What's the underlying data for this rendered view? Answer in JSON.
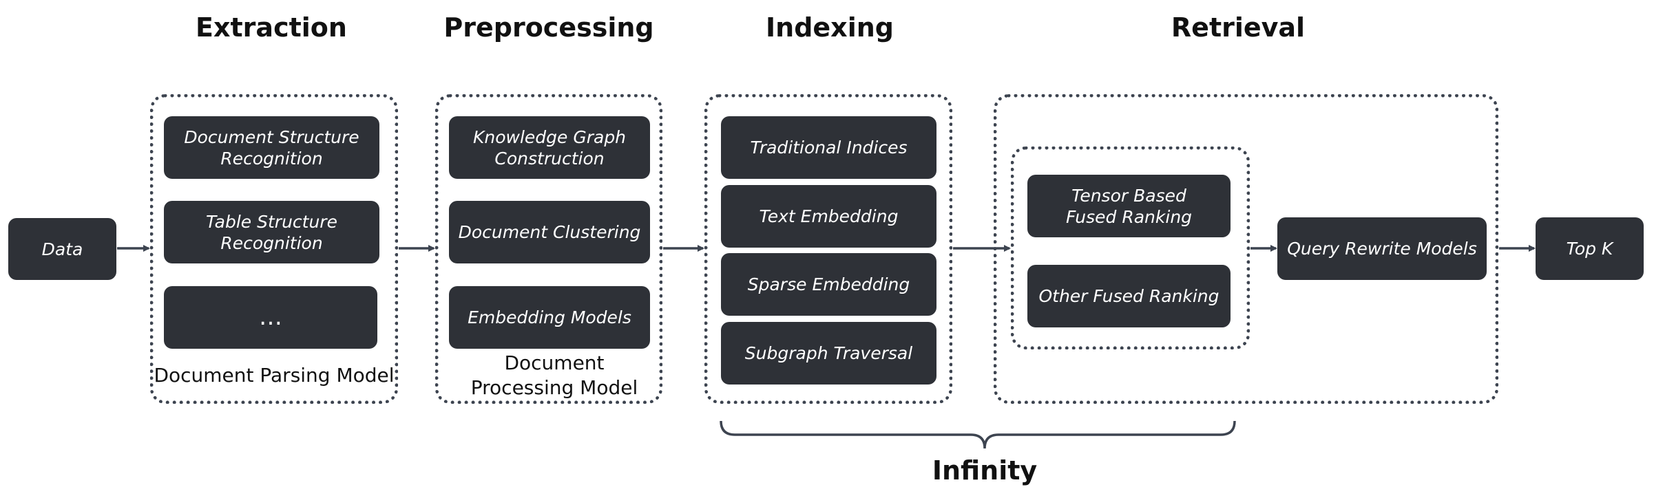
{
  "stages": {
    "extraction": "Extraction",
    "preprocessing": "Preprocessing",
    "indexing": "Indexing",
    "retrieval": "Retrieval"
  },
  "nodes": {
    "data": "Data",
    "doc_structure": "Document Structure\nRecognition",
    "table_structure": "Table Structure\nRecognition",
    "ellipsis": "…",
    "knowledge_graph": "Knowledge Graph\nConstruction",
    "doc_clustering": "Document Clustering",
    "embedding_models": "Embedding Models",
    "traditional_indices": "Traditional Indices",
    "text_embedding": "Text Embedding",
    "sparse_embedding": "Sparse Embedding",
    "subgraph_traversal": "Subgraph Traversal",
    "tensor_fused": "Tensor Based\nFused Ranking",
    "other_fused": "Other Fused Ranking",
    "query_rewrite": "Query Rewrite Models",
    "top_k": "Top K"
  },
  "captions": {
    "parsing": "Document Parsing Model",
    "processing": "Document\nProcessing Model"
  },
  "brace_label": "Infinity",
  "colors": {
    "box_fill": "#2e3137",
    "box_text": "#ffffff",
    "border": "#3d4450",
    "arrow": "#3d4450"
  }
}
